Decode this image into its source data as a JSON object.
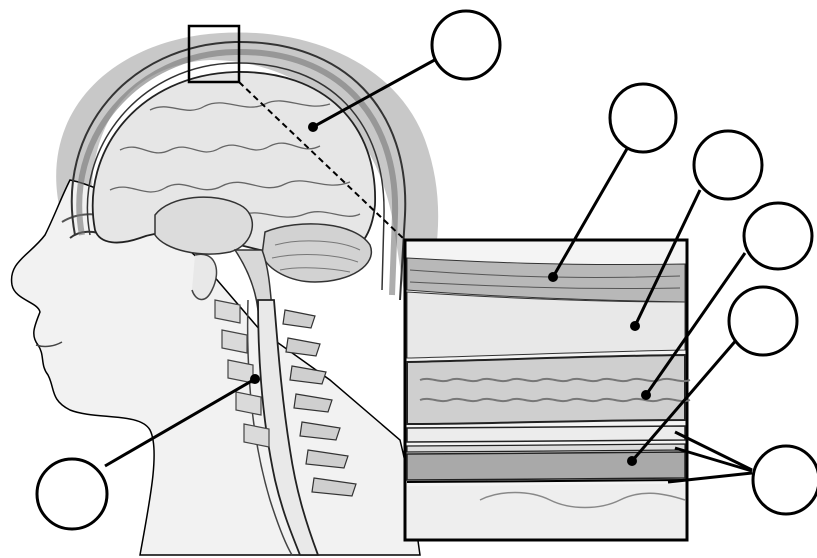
{
  "figure": {
    "callout_labels": [
      "",
      "",
      "",
      "",
      "",
      "",
      "",
      ""
    ]
  },
  "colors": {
    "line": "#000000",
    "skin": "#f2f2f2",
    "hair": "#9a9a9a",
    "brain": "#e6e6e6",
    "cerebellum": "#d2d2d2",
    "csf_layer": "#a9a9a9",
    "bone": "#cfcfcf"
  },
  "icons": [
    "head-illustration",
    "brain-illustration",
    "spinal-column-illustration",
    "meninges-inset-illustration"
  ]
}
